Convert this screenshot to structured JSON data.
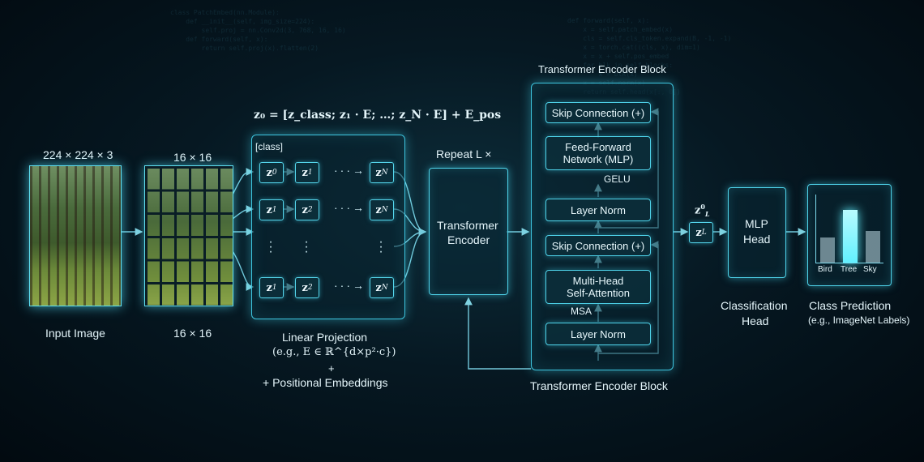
{
  "input": {
    "dims": "224 × 224 × 3",
    "label": "Input Image"
  },
  "patches": {
    "dims_top": "16 × 16",
    "dims_bottom": "16 × 16"
  },
  "equation": "z₀ = [z_class; z₁ · E; …; z_N · E] + E_pos",
  "projection": {
    "class_label": "[class]",
    "rows": [
      [
        "z₀",
        "z₁",
        "z_N"
      ],
      [
        "z₁",
        "z₂",
        "z_N"
      ],
      [
        "z₁",
        "z₂",
        "z_N"
      ]
    ],
    "label_line1": "Linear Projection",
    "label_line2": "(e.g., E ∈ ℝ^{d×p²·c})",
    "label_line3": "+",
    "label_line4": "+ Positional Embeddings"
  },
  "encoder": {
    "repeat": "Repeat L ×",
    "label_line1": "Transformer",
    "label_line2": "Encoder"
  },
  "block": {
    "title_top": "Transformer Encoder Block",
    "title_bottom": "Transformer Encoder Block",
    "skip_top": "Skip Connection (+)",
    "ffn_line1": "Feed-Forward",
    "ffn_line2": "Network (MLP)",
    "gelu": "GELU",
    "norm_top": "Layer Norm",
    "skip_mid": "Skip Connection (+)",
    "mha_line1": "Multi-Head",
    "mha_line2": "Self-Attention",
    "msa": "MSA",
    "norm_bottom": "Layer Norm"
  },
  "cls_token": "z⁰_L",
  "mlp_head": {
    "line1": "MLP",
    "line2": "Head",
    "caption_line1": "Classification",
    "caption_line2": "Head"
  },
  "prediction": {
    "caption_line1": "Class Prediction",
    "caption_line2": "(e.g., ImageNet Labels)",
    "categories": [
      "Bird",
      "Tree",
      "Sky"
    ],
    "values": [
      0.45,
      0.95,
      0.58
    ]
  },
  "colors": {
    "accent": "#4fd3ea",
    "bar": "#7f9aa3",
    "bar_highlight": "#62f0ff"
  }
}
